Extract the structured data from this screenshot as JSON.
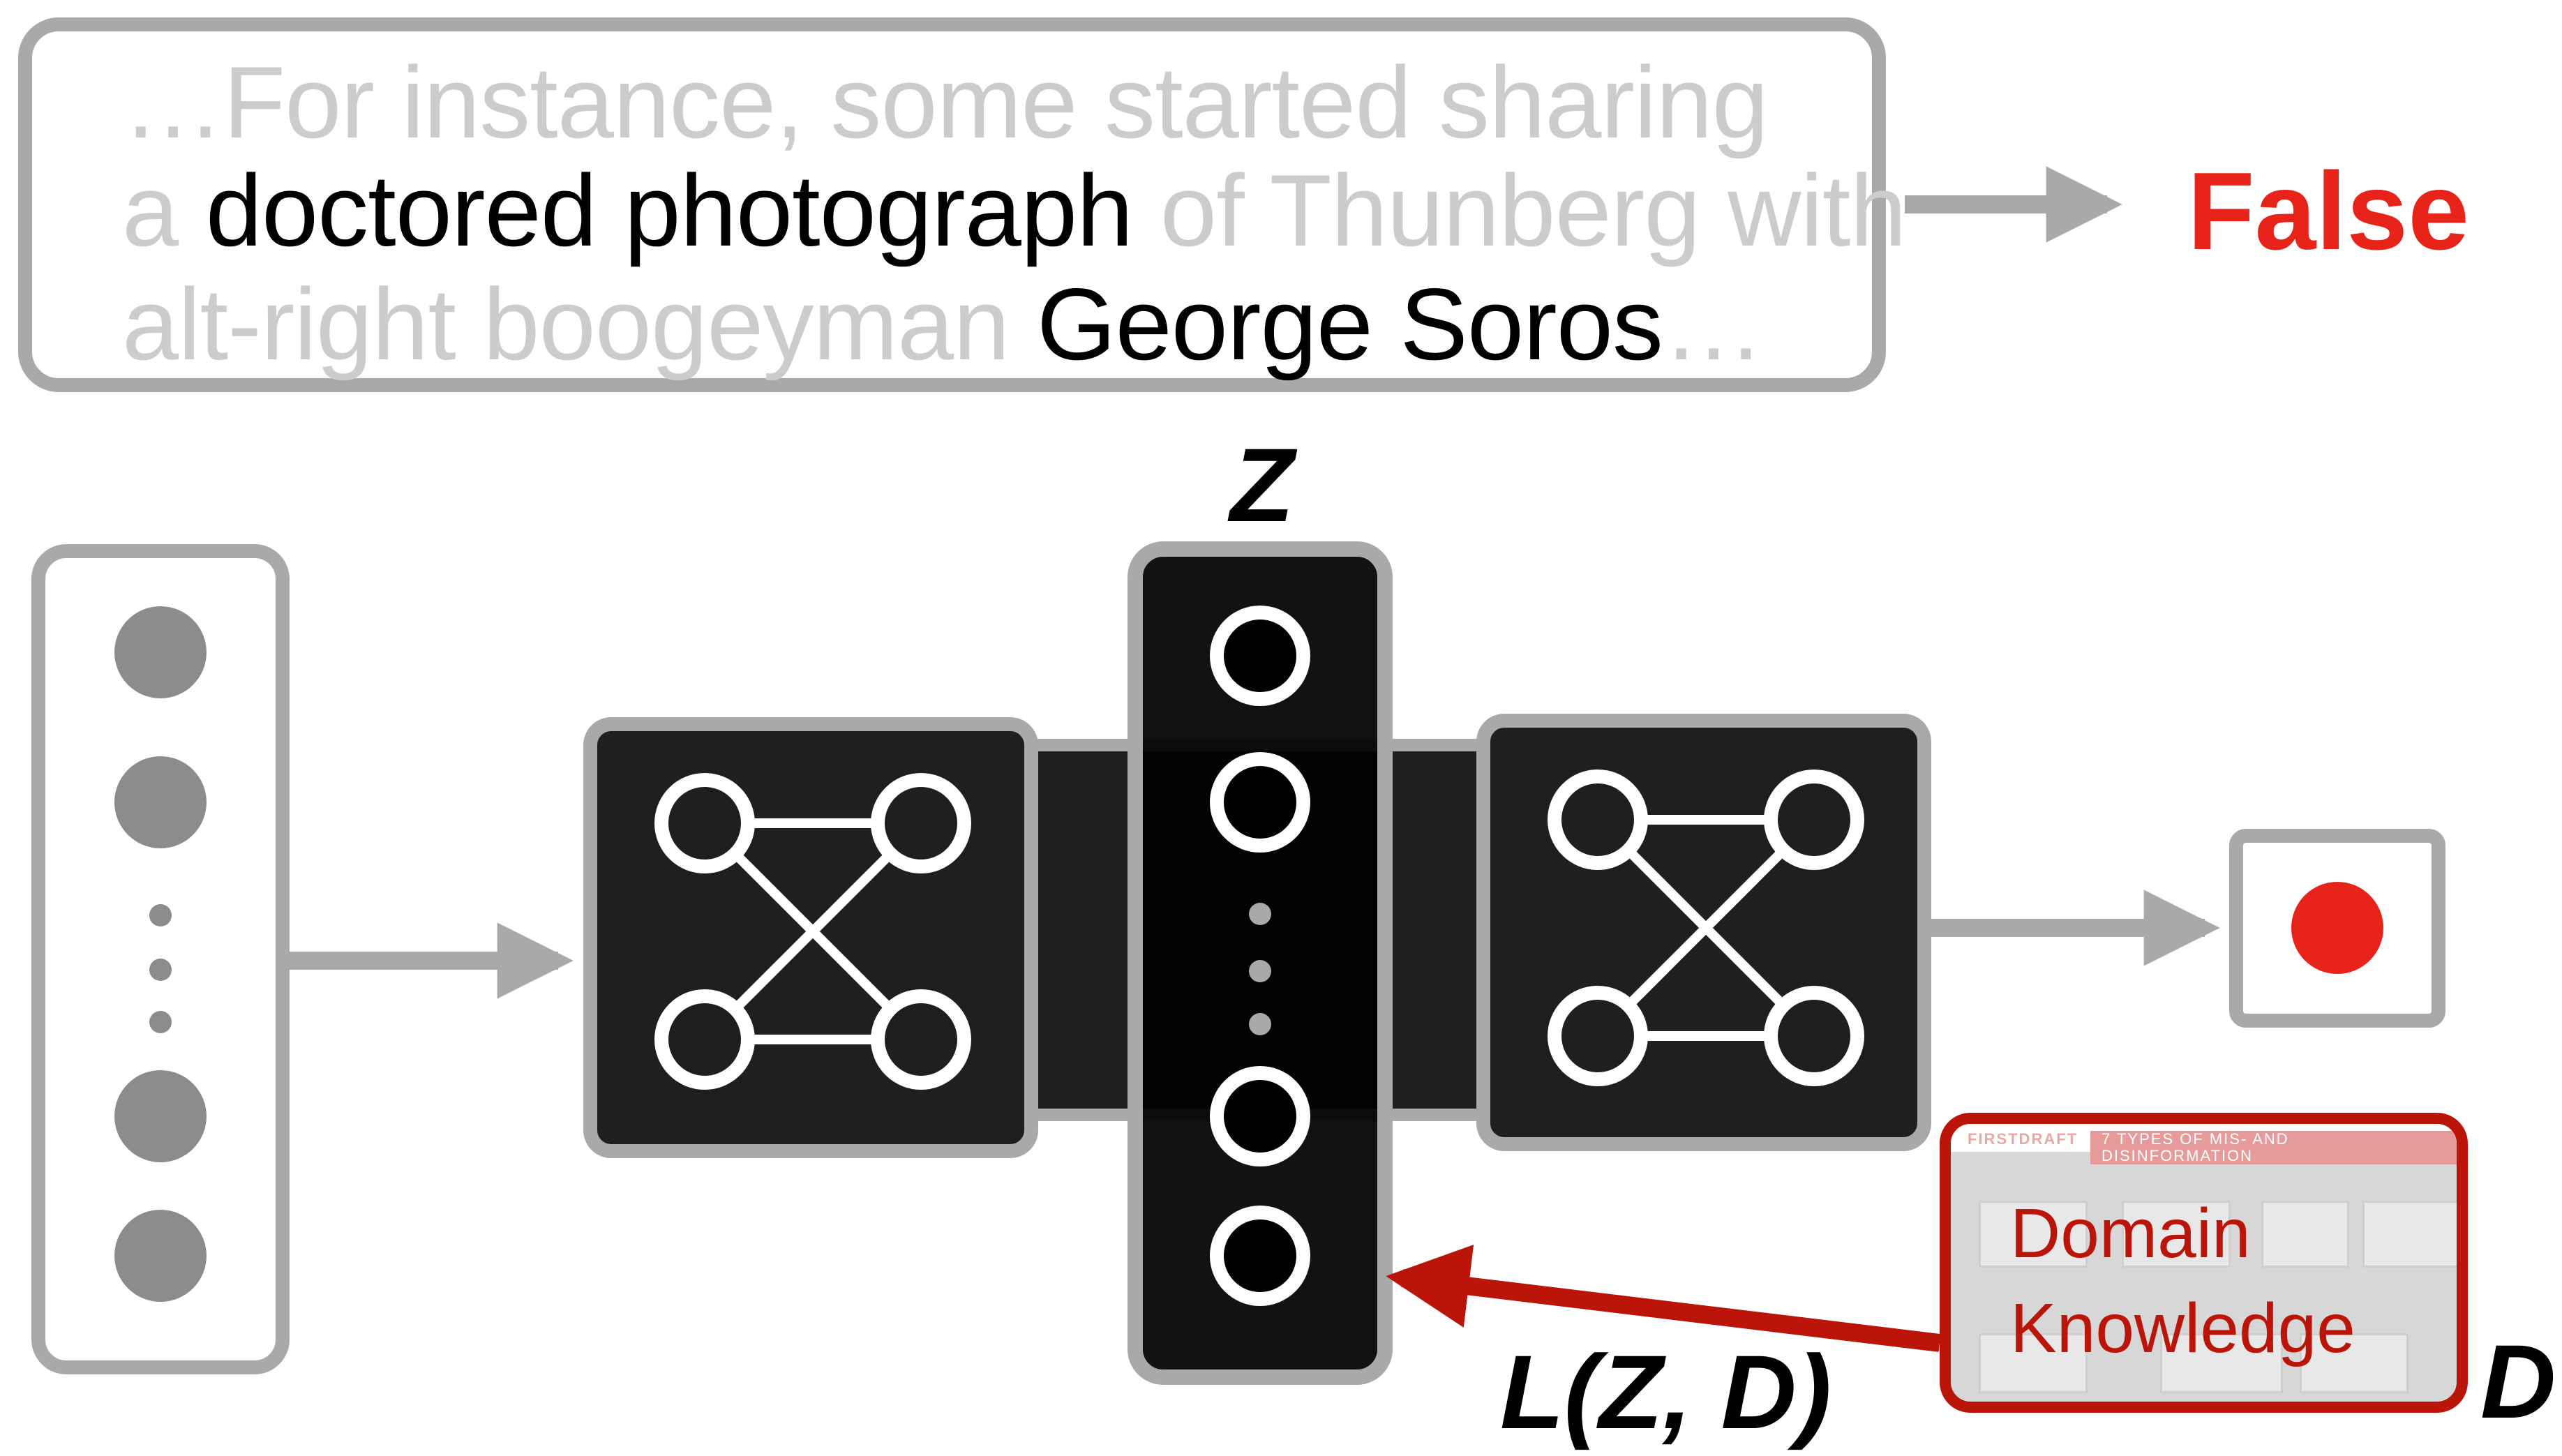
{
  "quote": {
    "lines": [
      {
        "before": "…For instance, some started sharing",
        "highlight": "",
        "after": ""
      },
      {
        "before": "a ",
        "highlight": "doctored photograph",
        "after": " of Thunberg with"
      },
      {
        "before": "alt-right boogeyman ",
        "highlight": "George Soros",
        "after": "…"
      }
    ]
  },
  "verdict": "False",
  "labels": {
    "latent": "Z",
    "loss": "L(Z, D)",
    "knowledge_symbol": "D"
  },
  "domain_knowledge": {
    "line1": "Domain",
    "line2": "Knowledge",
    "brand": "FIRSTDRAFT",
    "subtitle": "7 TYPES OF MIS- AND DISINFORMATION"
  },
  "colors": {
    "accent_red": "#e8231a",
    "dark_red": "#bb1408",
    "gray": "#a9a9a9",
    "node_fill": "#8c8c8c",
    "block": "#1f1f1f"
  }
}
